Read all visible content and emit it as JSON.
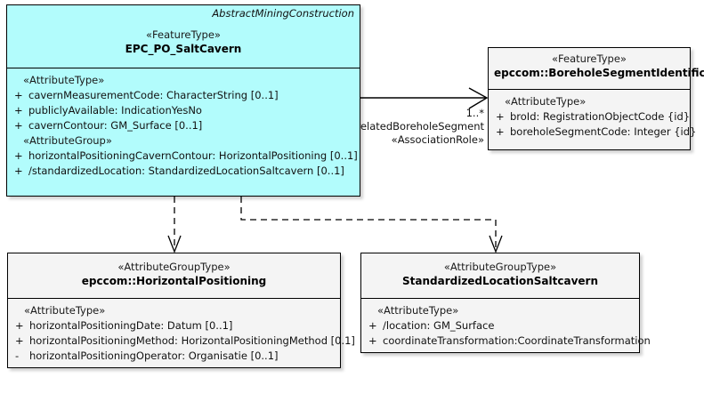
{
  "diagram": {
    "type": "uml-class-diagram",
    "background": "#ffffff",
    "highlight_color": "#B2FCFC",
    "neutral_color": "#F4F4F4"
  },
  "classes": {
    "saltcavern": {
      "package_label": "AbstractMiningConstruction",
      "stereotype": "«FeatureType»",
      "name": "EPC_PO_SaltCavern",
      "sections": [
        {
          "group": "«AttributeType»",
          "attributes": [
            {
              "visibility": "+",
              "text": "cavernMeasurementCode: CharacterString [0..1]"
            },
            {
              "visibility": "+",
              "text": "publiclyAvailable: IndicationYesNo"
            },
            {
              "visibility": "+",
              "text": "cavernContour: GM_Surface [0..1]"
            }
          ]
        },
        {
          "group": "«AttributeGroup»",
          "attributes": [
            {
              "visibility": "+",
              "text": "horizontalPositioningCavernContour: HorizontalPositioning [0..1]"
            },
            {
              "visibility": "+",
              "text": "/standardizedLocation: StandardizedLocationSaltcavern [0..1]"
            }
          ]
        }
      ]
    },
    "borehole": {
      "stereotype": "«FeatureType»",
      "name": "epccom::BoreholeSegmentIdentification",
      "sections": [
        {
          "group": "«AttributeType»",
          "attributes": [
            {
              "visibility": "+",
              "text": "broId: RegistrationObjectCode {id}"
            },
            {
              "visibility": "+",
              "text": "boreholeSegmentCode: Integer {id}"
            }
          ]
        }
      ]
    },
    "horizontalpositioning": {
      "stereotype": "«AttributeGroupType»",
      "name": "epccom::HorizontalPositioning",
      "sections": [
        {
          "group": "«AttributeType»",
          "attributes": [
            {
              "visibility": "+",
              "text": "horizontalPositioningDate: Datum [0..1]"
            },
            {
              "visibility": "+",
              "text": "horizontalPositioningMethod: HorizontalPositioningMethod [0.1]"
            },
            {
              "visibility": "-",
              "text": "horizontalPositioningOperator: Organisatie [0..1]"
            }
          ]
        }
      ]
    },
    "standardizedlocation": {
      "stereotype": "«AttributeGroupType»",
      "name": "StandardizedLocationSaltcavern",
      "sections": [
        {
          "group": "«AttributeType»",
          "attributes": [
            {
              "visibility": "+",
              "text": "/location: GM_Surface"
            },
            {
              "visibility": "+",
              "text": "coordinateTransformation:CoordinateTransformation"
            }
          ]
        }
      ]
    }
  },
  "associations": {
    "borehole_segment": {
      "multiplicity": "1..*",
      "role": "+relatedBoreholeSegment",
      "stereotype": "«AssociationRole»"
    }
  }
}
